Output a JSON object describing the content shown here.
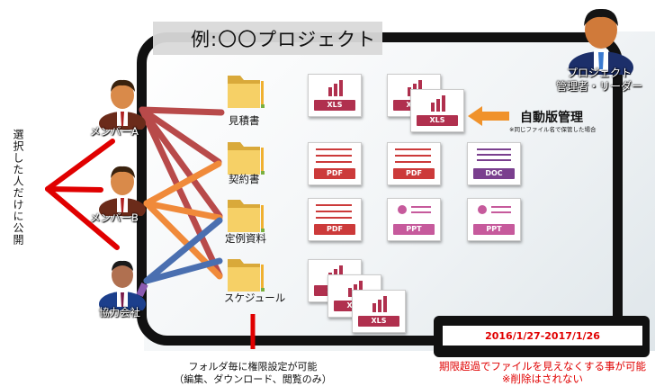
{
  "title": "例:〇〇プロジェクト",
  "manager": {
    "label_line1": "プロジェクト",
    "label_line2": "管理者・リーダー"
  },
  "members": [
    {
      "label": "メンバーA"
    },
    {
      "label": "メンバーB"
    },
    {
      "label": "協力会社"
    }
  ],
  "left_caption": "選択した人だけに公開",
  "folders": [
    {
      "label": "見積書"
    },
    {
      "label": "契約書"
    },
    {
      "label": "定例資料"
    },
    {
      "label": "スケジュール"
    }
  ],
  "auto_version": {
    "title": "自動版管理",
    "subtitle": "※同じファイル名で保管した場合"
  },
  "date_range": "2016/1/27-2017/1/26",
  "expiry_note": {
    "line1": "期限超過でファイルを見えなくする事が可能",
    "line2": "※削除はされない"
  },
  "permission_note": {
    "line1": "フォルダ毎に権限設定が可能",
    "line2": "（編集、ダウンロード、閲覧のみ）"
  },
  "file_types": {
    "xls": "XLS",
    "pdf": "PDF",
    "ppt": "PPT",
    "doc": "DOC"
  },
  "colors": {
    "line_red": "#b84a4a",
    "line_orange": "#f08a3a",
    "line_blue": "#4a6fb0",
    "accent_red": "#e00000",
    "arrow_orange": "#f0922b",
    "xls": "#b0304e",
    "pdf": "#cc3a3a",
    "ppt": "#c65a9c",
    "doc": "#7a3f8e"
  }
}
